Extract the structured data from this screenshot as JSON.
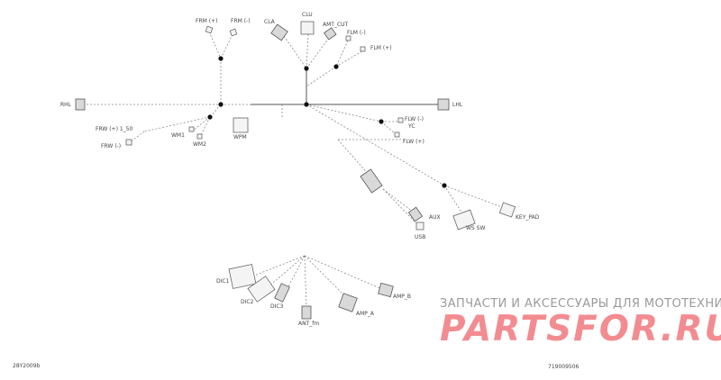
{
  "labels": {
    "frm_plus": "FRM (+)",
    "frm_minus": "FRM (-)",
    "cla": "CLA",
    "clu": "CLU",
    "amt_cut": "AMT_CUT",
    "flm_minus": "FLM (-)",
    "flm_plus": "FLM (+)",
    "rhl": "RHL",
    "lhl": "LHL",
    "frw_plus": "FRW (+) 1_50",
    "frw_minus": "FRW (-)",
    "wm1": "WM1",
    "wm2": "WM2",
    "wpm": "WPM",
    "flw_minus": "FLW (-)",
    "yc": "YC",
    "flw_plus": "FLW (+)",
    "aux": "AUX",
    "usb": "USB",
    "ws_sw": "WS SW",
    "key_pad": "KEY_PAD",
    "dic1": "DIC1",
    "dic2": "DIC2",
    "dic3": "DIC3",
    "amp_b": "AMP_B",
    "amp_a": "AMP_A",
    "ant_fm": "ANT_fm"
  },
  "codes": {
    "left": "28Y2009b",
    "right": "719009506"
  },
  "watermark": {
    "line1": "ЗАПЧАСТИ И АКСЕССУАРЫ ДЛЯ МОТОТЕХНИКИ",
    "line2": "PARTSFOR.RU"
  },
  "colors": {
    "watermark_brand": "#f28c91",
    "watermark_text": "#9a9a9a"
  }
}
